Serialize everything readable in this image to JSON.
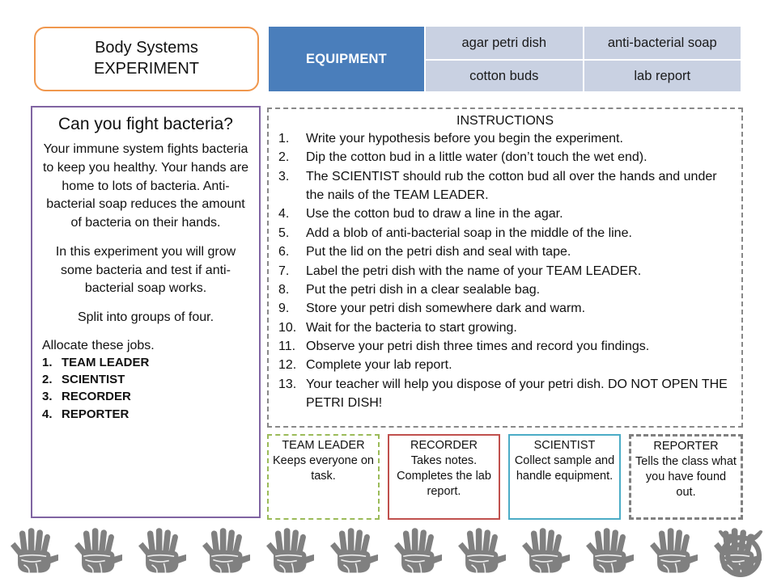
{
  "title_box": {
    "line1": "Body Systems",
    "line2": "EXPERIMENT"
  },
  "equipment": {
    "label": "EQUIPMENT",
    "rows": [
      [
        "agar petri dish",
        "anti-bacterial soap"
      ],
      [
        "cotton buds",
        "lab report"
      ]
    ]
  },
  "info_panel": {
    "heading": "Can you fight bacteria?",
    "paragraphs": [
      "Your immune system fights bacteria to keep you healthy. Your hands are home to lots of bacteria. Anti-bacterial soap reduces the amount of bacteria on their hands.",
      "In this experiment you will grow some bacteria and test if anti-bacterial soap works.",
      "Split into groups of four."
    ],
    "allocate_label": "Allocate these jobs.",
    "jobs": [
      {
        "num": "1.",
        "label": "TEAM LEADER"
      },
      {
        "num": "2.",
        "label": "SCIENTIST"
      },
      {
        "num": "3.",
        "label": "RECORDER"
      },
      {
        "num": "4.",
        "label": "REPORTER"
      }
    ]
  },
  "instructions": {
    "title": "INSTRUCTIONS",
    "steps": [
      {
        "num": "1.",
        "text": "Write your hypothesis before you begin the experiment."
      },
      {
        "num": "2.",
        "text": "Dip the cotton bud in a little water (don’t touch the wet end)."
      },
      {
        "num": "3.",
        "text": "The SCIENTIST should rub the cotton bud all over the hands and under the nails of the TEAM LEADER."
      },
      {
        "num": "4.",
        "text": "Use the cotton bud to draw a line in the agar."
      },
      {
        "num": "5.",
        "text": "Add a blob of anti-bacterial soap in the middle of the line."
      },
      {
        "num": "6.",
        "text": "Put the lid on the petri dish and seal with tape."
      },
      {
        "num": "7.",
        "text": "Label the petri dish with the name of your TEAM LEADER."
      },
      {
        "num": "8.",
        "text": "Put the petri dish in a clear sealable bag."
      },
      {
        "num": "9.",
        "text": "Store your petri dish somewhere dark and warm."
      },
      {
        "num": "10.",
        "text": "Wait for the bacteria to start growing."
      },
      {
        "num": "11.",
        "text": "Observe your petri dish three times and record you findings."
      },
      {
        "num": "12.",
        "text": "Complete your lab report."
      },
      {
        "num": "13.",
        "text": "Your teacher will help you dispose of your petri dish. DO NOT OPEN THE PETRI DISH!"
      }
    ]
  },
  "roles": [
    {
      "title": "TEAM LEADER",
      "desc": "Keeps everyone on task."
    },
    {
      "title": "RECORDER",
      "desc": "Takes notes. Completes the lab report."
    },
    {
      "title": "SCIENTIST",
      "desc": "Collect sample and handle equipment."
    },
    {
      "title": "REPORTER",
      "desc": "Tells the class what you have found out."
    }
  ],
  "footer": {
    "handprint_icon": "handprint-icon",
    "handprint_count": 12,
    "copyright_icon": "copyright-icon"
  },
  "colors": {
    "title_border": "#f0974d",
    "equipment_header": "#4a7ebb",
    "equipment_cell": "#c9d1e2",
    "info_border": "#8064a2",
    "instructions_border": "#888888",
    "role_team_leader": "#9bbb59",
    "role_recorder": "#c0504d",
    "role_scientist": "#4bacc6",
    "role_reporter": "#808080",
    "footer_hand": "#808080"
  }
}
